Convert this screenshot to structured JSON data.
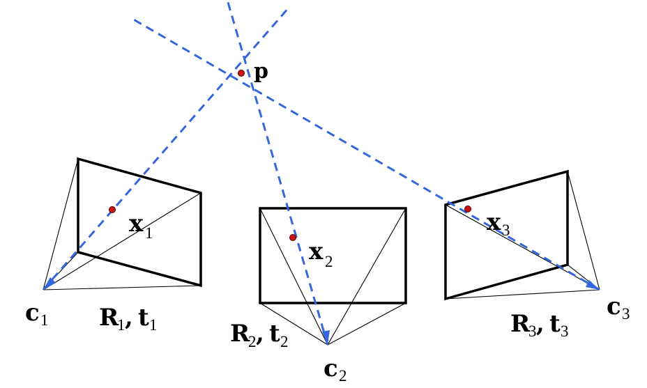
{
  "labels": {
    "p": "p",
    "c1": {
      "main": "c",
      "sub": "1"
    },
    "c2": {
      "main": "c",
      "sub": "2"
    },
    "c3": {
      "main": "c",
      "sub": "3"
    },
    "x1": {
      "main": "x",
      "sub": "1"
    },
    "x2": {
      "main": "x",
      "sub": "2"
    },
    "x3": {
      "main": "x",
      "sub": "3"
    },
    "rt1": {
      "r": "R",
      "rsub": "1",
      "sep": ",",
      "t": "t",
      "tsub": "1"
    },
    "rt2": {
      "r": "R",
      "rsub": "2",
      "sep": ",",
      "t": "t",
      "tsub": "2"
    },
    "rt3": {
      "r": "R",
      "rsub": "3",
      "sep": ",",
      "t": "t",
      "tsub": "3"
    }
  },
  "colors": {
    "ray": "#3366dd",
    "point": "#cc1111",
    "frame": "#000000"
  }
}
